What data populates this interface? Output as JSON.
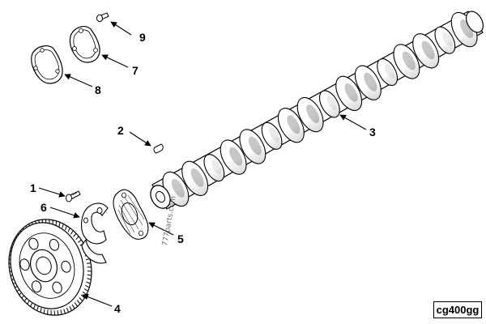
{
  "diagram": {
    "callouts": {
      "item_1": "1",
      "item_2": "2",
      "item_3": "3",
      "item_4": "4",
      "item_5": "5",
      "item_6": "6",
      "item_7": "7",
      "item_8": "8",
      "item_9": "9"
    },
    "watermark": "777parts.com",
    "drawing_code": "cg400gg"
  }
}
